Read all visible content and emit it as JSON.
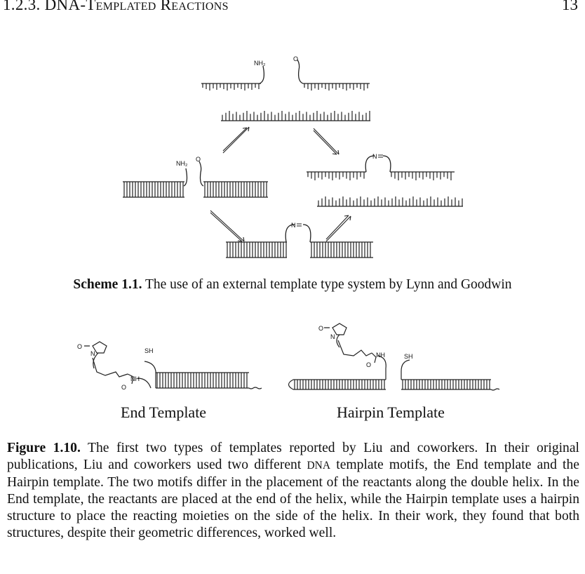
{
  "header": {
    "section_number": "1.2.3.",
    "section_title": "DNA-Templated Reactions",
    "page_number": "13"
  },
  "scheme": {
    "labels": {
      "amine": "NH₂",
      "carbonyl": "O",
      "imine": "N"
    },
    "caption_label": "Scheme 1.1.",
    "caption_text": "The use of an external template type system by Lynn and Goodwin"
  },
  "figure": {
    "labels": {
      "maleimide_o": "O",
      "maleimide_n": "N",
      "amide_nh": "NH",
      "amide_o": "O",
      "thiol": "SH"
    },
    "end_template_label": "End Template",
    "hairpin_template_label": "Hairpin Template",
    "caption_label": "Figure 1.10.",
    "caption_part1": "The first two types of templates reported by Liu and coworkers. In their original publications, Liu and coworkers used two different",
    "caption_dna": "DNA",
    "caption_part2": "template motifs, the End template and the Hairpin template. The two motifs differ in the placement of the reactants along the double helix. In the End template, the reactants are placed at the end of the helix, while the Hairpin template uses a hairpin structure to place the reacting moieties on the side of the helix. In their work, they found that both structures, despite their geometric differences, worked well."
  }
}
